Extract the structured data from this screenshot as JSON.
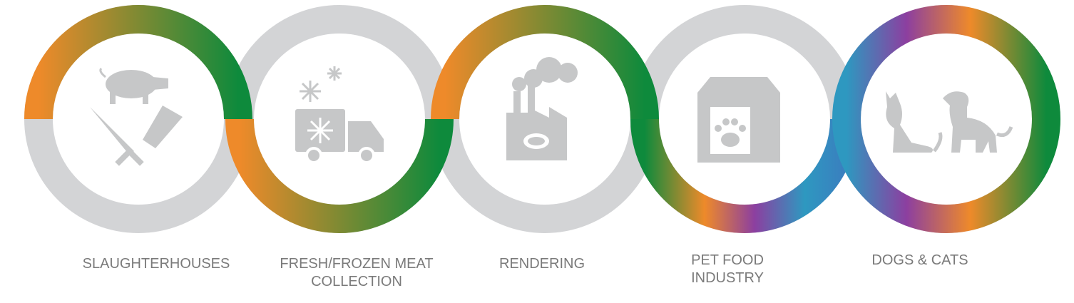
{
  "stages": [
    {
      "id": "slaughterhouses",
      "lines": [
        "SLAUGHTERHOUSES"
      ],
      "icon": "pig-and-knives-icon"
    },
    {
      "id": "collection",
      "lines": [
        "FRESH/FROZEN MEAT",
        "COLLECTION"
      ],
      "icon": "refrigerated-truck-icon"
    },
    {
      "id": "rendering",
      "lines": [
        "RENDERING"
      ],
      "icon": "factory-icon"
    },
    {
      "id": "pet-food",
      "lines": [
        "PET FOOD",
        "INDUSTRY"
      ],
      "icon": "pet-food-bag-icon"
    },
    {
      "id": "dogs-cats",
      "lines": [
        "DOGS & CATS"
      ],
      "icon": "dog-and-cat-icon"
    }
  ],
  "colors": {
    "ring_grey": "#d3d4d6",
    "icon_grey": "#c6c7c8",
    "label_grey": "#7a7a7a",
    "orange": "#ee8a2a",
    "green": "#0e8a3c",
    "purple": "#8c3fa0",
    "blue": "#2e98c0"
  }
}
